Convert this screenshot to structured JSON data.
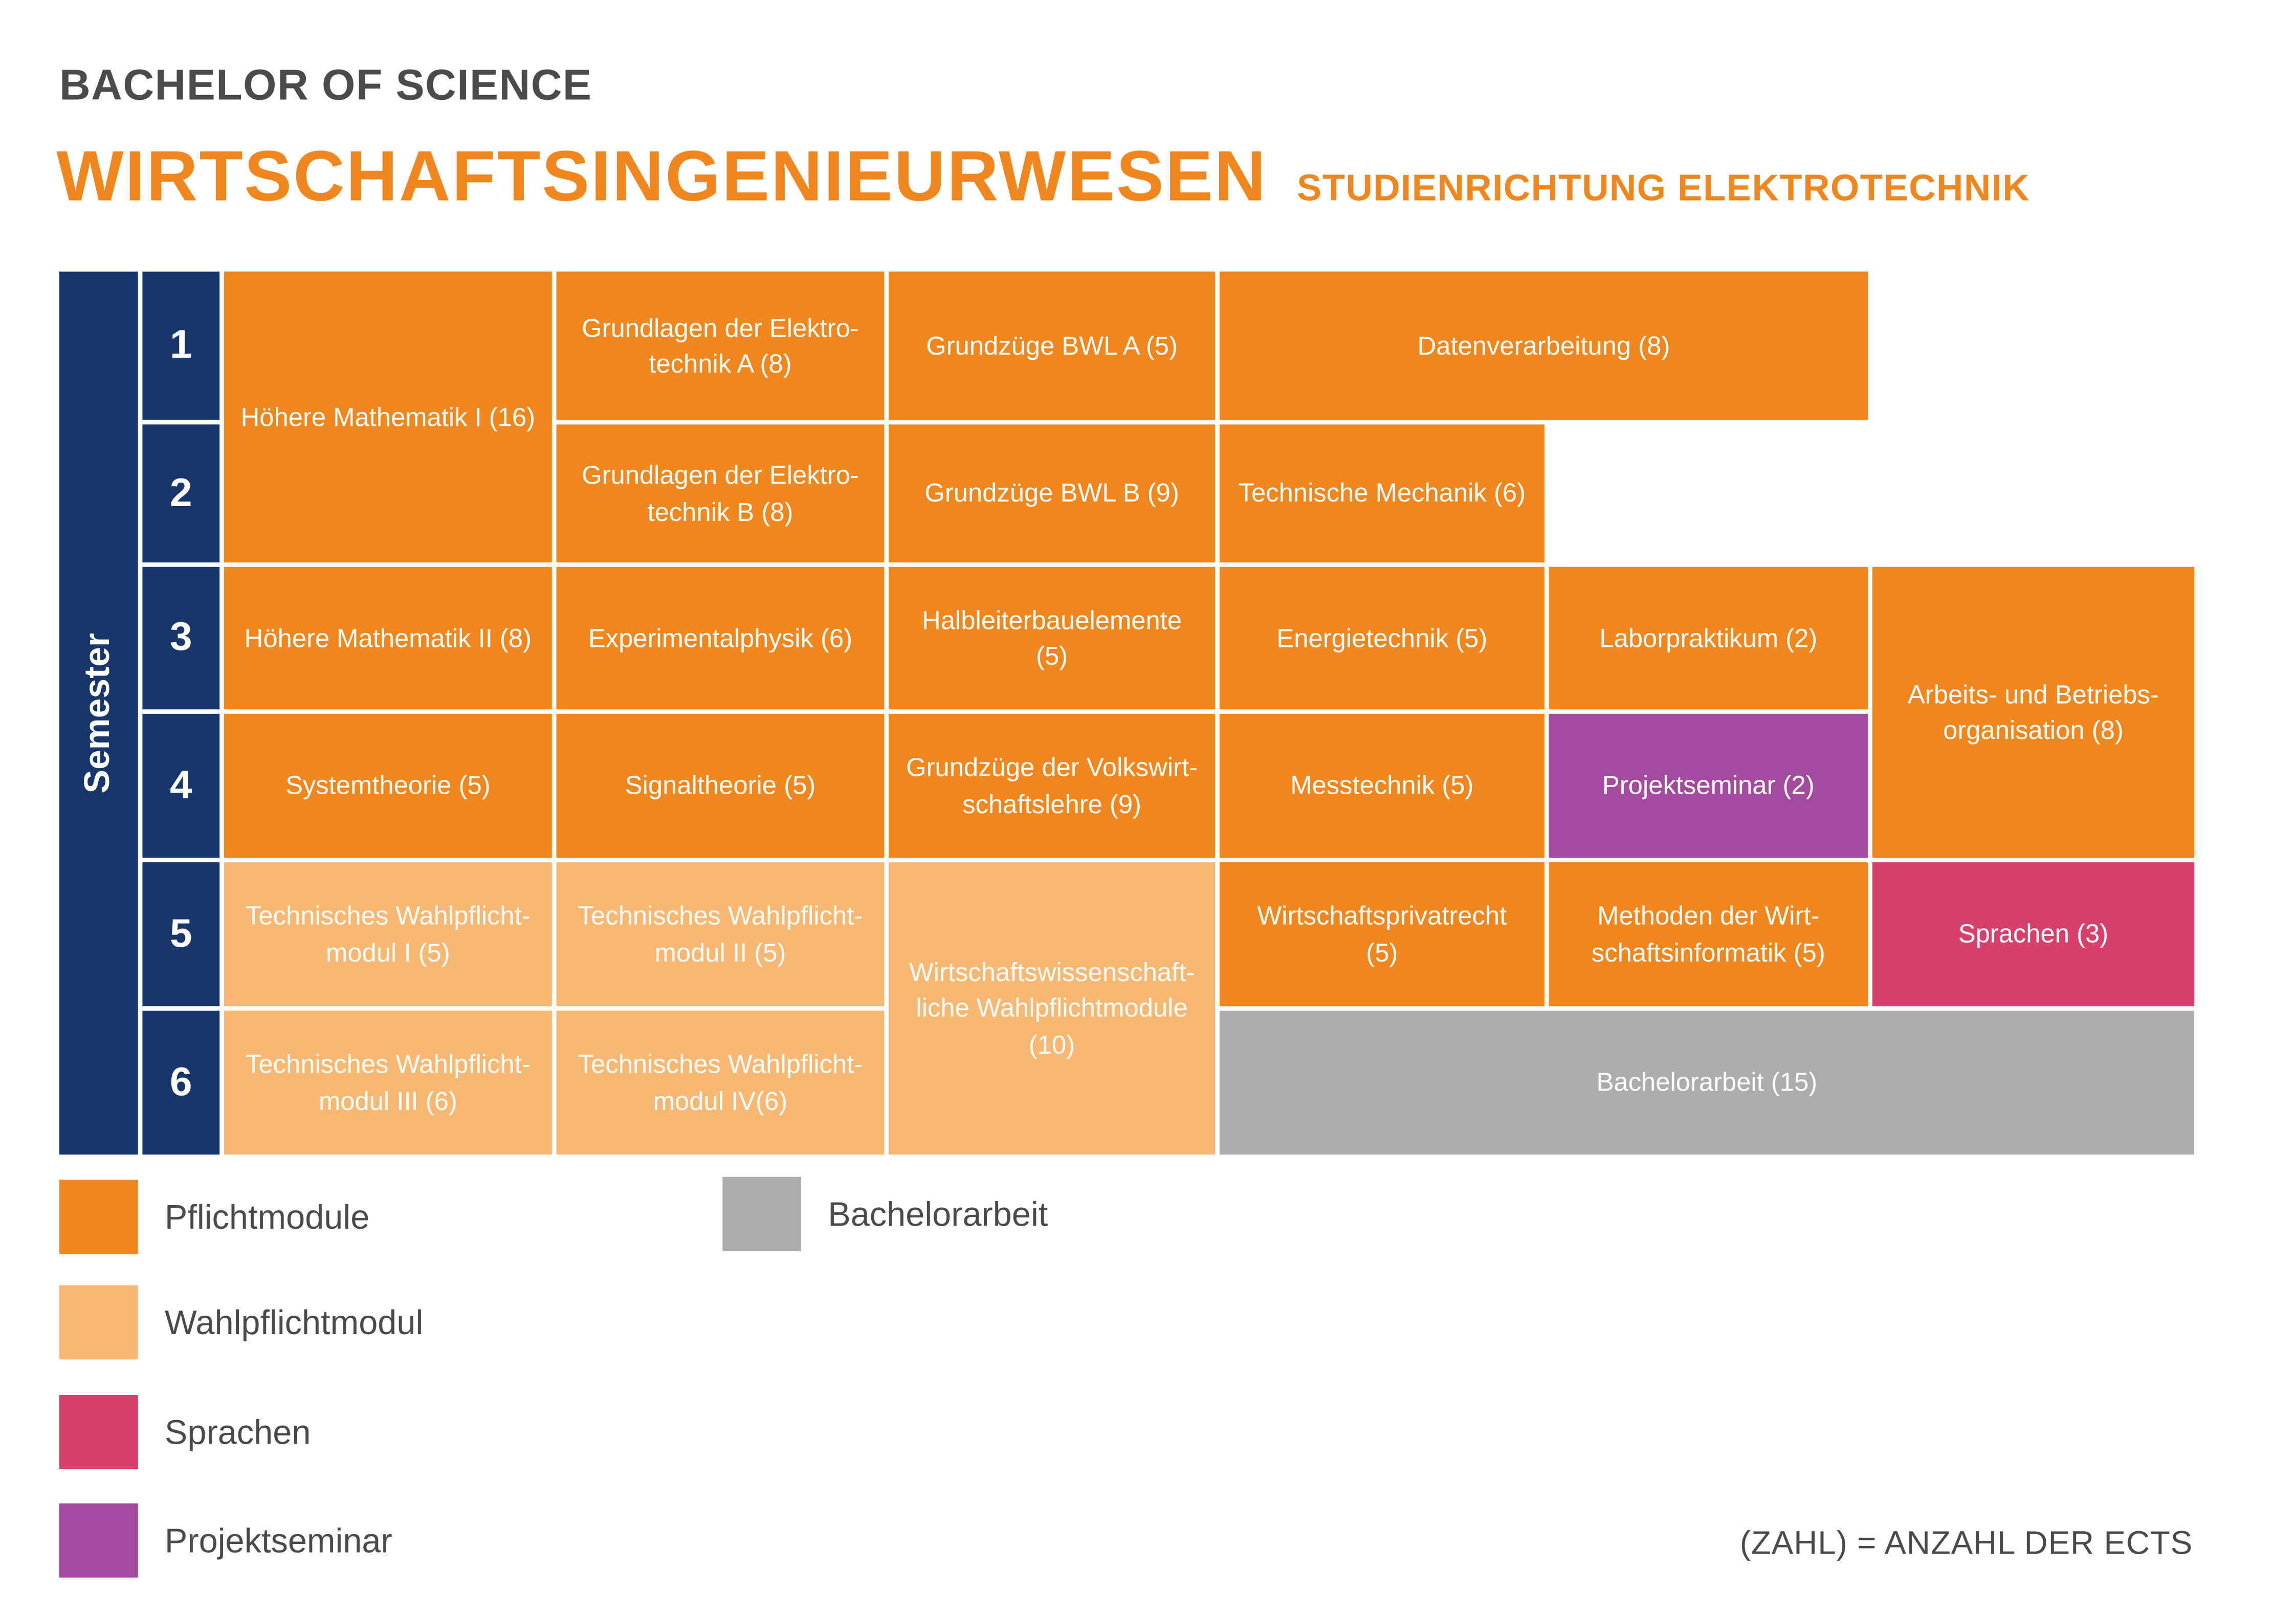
{
  "header": {
    "degree": "BACHELOR OF SCIENCE",
    "title": "WIRTSCHAFTSINGENIEURWESEN",
    "subtitle": "STUDIENRICHTUNG ELEKTROTECHNIK"
  },
  "axis": {
    "label": "Semester",
    "semesters": [
      "1",
      "2",
      "3",
      "4",
      "5",
      "6"
    ]
  },
  "modules": [
    {
      "label": "Höhere Mathematik I (16)",
      "type": "pflichtmodul",
      "ects": 16
    },
    {
      "label": "Grundlagen der Elektro-\ntechnik A (8)",
      "type": "pflichtmodul",
      "ects": 8
    },
    {
      "label": "Grundzüge BWL A (5)",
      "type": "pflichtmodul",
      "ects": 5
    },
    {
      "label": "Datenverarbeitung (8)",
      "type": "pflichtmodul",
      "ects": 8
    },
    {
      "label": "Grundlagen der Elektro-\ntechnik B (8)",
      "type": "pflichtmodul",
      "ects": 8
    },
    {
      "label": "Grundzüge BWL B (9)",
      "type": "pflichtmodul",
      "ects": 9
    },
    {
      "label": "Technische Mechanik (6)",
      "type": "pflichtmodul",
      "ects": 6
    },
    {
      "label": "Höhere Mathematik II (8)",
      "type": "pflichtmodul",
      "ects": 8
    },
    {
      "label": "Experimentalphysik (6)",
      "type": "pflichtmodul",
      "ects": 6
    },
    {
      "label": "Halbleiterbauelemente\n(5)",
      "type": "pflichtmodul",
      "ects": 5
    },
    {
      "label": "Energietechnik (5)",
      "type": "pflichtmodul",
      "ects": 5
    },
    {
      "label": "Laborpraktikum (2)",
      "type": "pflichtmodul",
      "ects": 2
    },
    {
      "label": "Arbeits- und Betriebs-\norganisation (8)",
      "type": "pflichtmodul",
      "ects": 8
    },
    {
      "label": "Systemtheorie (5)",
      "type": "pflichtmodul",
      "ects": 5
    },
    {
      "label": "Signaltheorie (5)",
      "type": "pflichtmodul",
      "ects": 5
    },
    {
      "label": "Grundzüge der Volkswirt-\nschaftslehre (9)",
      "type": "pflichtmodul",
      "ects": 9
    },
    {
      "label": "Messtechnik (5)",
      "type": "pflichtmodul",
      "ects": 5
    },
    {
      "label": "Projektseminar (2)",
      "type": "projektseminar",
      "ects": 2
    },
    {
      "label": "Technisches Wahlpflicht-\nmodul I (5)",
      "type": "wahlpflichtmodul",
      "ects": 5
    },
    {
      "label": "Technisches Wahlpflicht-\nmodul II (5)",
      "type": "wahlpflichtmodul",
      "ects": 5
    },
    {
      "label": "Wirtschaftswissenschaft-\nliche Wahlpflichtmodule\n(10)",
      "type": "wahlpflichtmodul",
      "ects": 10
    },
    {
      "label": "Wirtschaftsprivatrecht\n(5)",
      "type": "pflichtmodul",
      "ects": 5
    },
    {
      "label": "Methoden der Wirt-\nschaftsinformatik (5)",
      "type": "pflichtmodul",
      "ects": 5
    },
    {
      "label": "Sprachen (3)",
      "type": "sprachen",
      "ects": 3
    },
    {
      "label": "Technisches Wahlpflicht-\nmodul III (6)",
      "type": "wahlpflichtmodul",
      "ects": 6
    },
    {
      "label": "Technisches Wahlpflicht-\nmodul IV(6)",
      "type": "wahlpflichtmodul",
      "ects": 6
    },
    {
      "label": "Bachelorarbeit (15)",
      "type": "bachelorarbeit",
      "ects": 15
    }
  ],
  "legend": {
    "pflichtmodule": "Pflichtmodule",
    "bachelorarbeit": "Bachelorarbeit",
    "wahlpflichtmodul": "Wahlpflichtmodul",
    "sprachen": "Sprachen",
    "projektseminar": "Projektseminar"
  },
  "footnote": "(ZAHL) = ANZAHL DER ECTS",
  "colors": {
    "pflichtmodul": "#F0871E",
    "wahlpflichtmodul": "#F9B872",
    "sprachen": "#D7406A",
    "projektseminar": "#A44A9D",
    "bachelorarbeit": "#ACACAC",
    "semester_bar": "#17366B",
    "title_orange": "#F0871E",
    "text_dark": "#4A4A4C"
  }
}
